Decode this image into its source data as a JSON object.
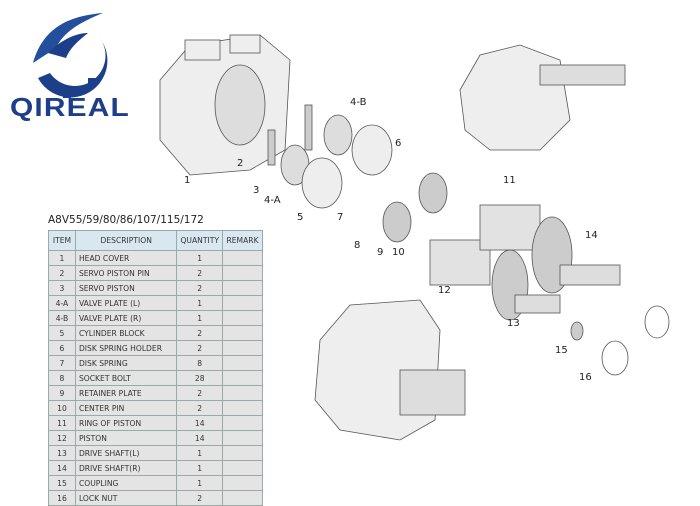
{
  "logo": {
    "brand": "QIREAL",
    "colors": {
      "primary": "#1d3f8a"
    }
  },
  "model": "A8V55/59/80/86/107/115/172",
  "table": {
    "headers": [
      "ITEM",
      "DESCRIPTION",
      "QUANTITY",
      "REMARK"
    ],
    "rows": [
      {
        "item": "1",
        "description": "HEAD COVER",
        "quantity": "1",
        "remark": ""
      },
      {
        "item": "2",
        "description": "SERVO PISTON PIN",
        "quantity": "2",
        "remark": ""
      },
      {
        "item": "3",
        "description": "SERVO PISTON",
        "quantity": "2",
        "remark": ""
      },
      {
        "item": "4-A",
        "description": "VALVE PLATE (L)",
        "quantity": "1",
        "remark": ""
      },
      {
        "item": "4-B",
        "description": "VALVE PLATE (R)",
        "quantity": "1",
        "remark": ""
      },
      {
        "item": "5",
        "description": "CYLINDER BLOCK",
        "quantity": "2",
        "remark": ""
      },
      {
        "item": "6",
        "description": "DISK SPRING HOLDER",
        "quantity": "2",
        "remark": ""
      },
      {
        "item": "7",
        "description": "DISK SPRING",
        "quantity": "8",
        "remark": ""
      },
      {
        "item": "8",
        "description": "SOCKET BOLT",
        "quantity": "28",
        "remark": ""
      },
      {
        "item": "9",
        "description": "RETAINER PLATE",
        "quantity": "2",
        "remark": ""
      },
      {
        "item": "10",
        "description": "CENTER PIN",
        "quantity": "2",
        "remark": ""
      },
      {
        "item": "11",
        "description": "RING OF PISTON",
        "quantity": "14",
        "remark": ""
      },
      {
        "item": "12",
        "description": "PISTON",
        "quantity": "14",
        "remark": ""
      },
      {
        "item": "13",
        "description": "DRIVE SHAFT(L)",
        "quantity": "1",
        "remark": ""
      },
      {
        "item": "14",
        "description": "DRIVE SHAFT(R)",
        "quantity": "1",
        "remark": ""
      },
      {
        "item": "15",
        "description": "COUPLING",
        "quantity": "1",
        "remark": ""
      },
      {
        "item": "16",
        "description": "LOCK NUT",
        "quantity": "2",
        "remark": ""
      }
    ]
  },
  "callouts": [
    "1",
    "2",
    "3",
    "4-A",
    "4-B",
    "5",
    "6",
    "7",
    "8",
    "9",
    "10",
    "11",
    "12",
    "13",
    "14",
    "15",
    "16"
  ]
}
